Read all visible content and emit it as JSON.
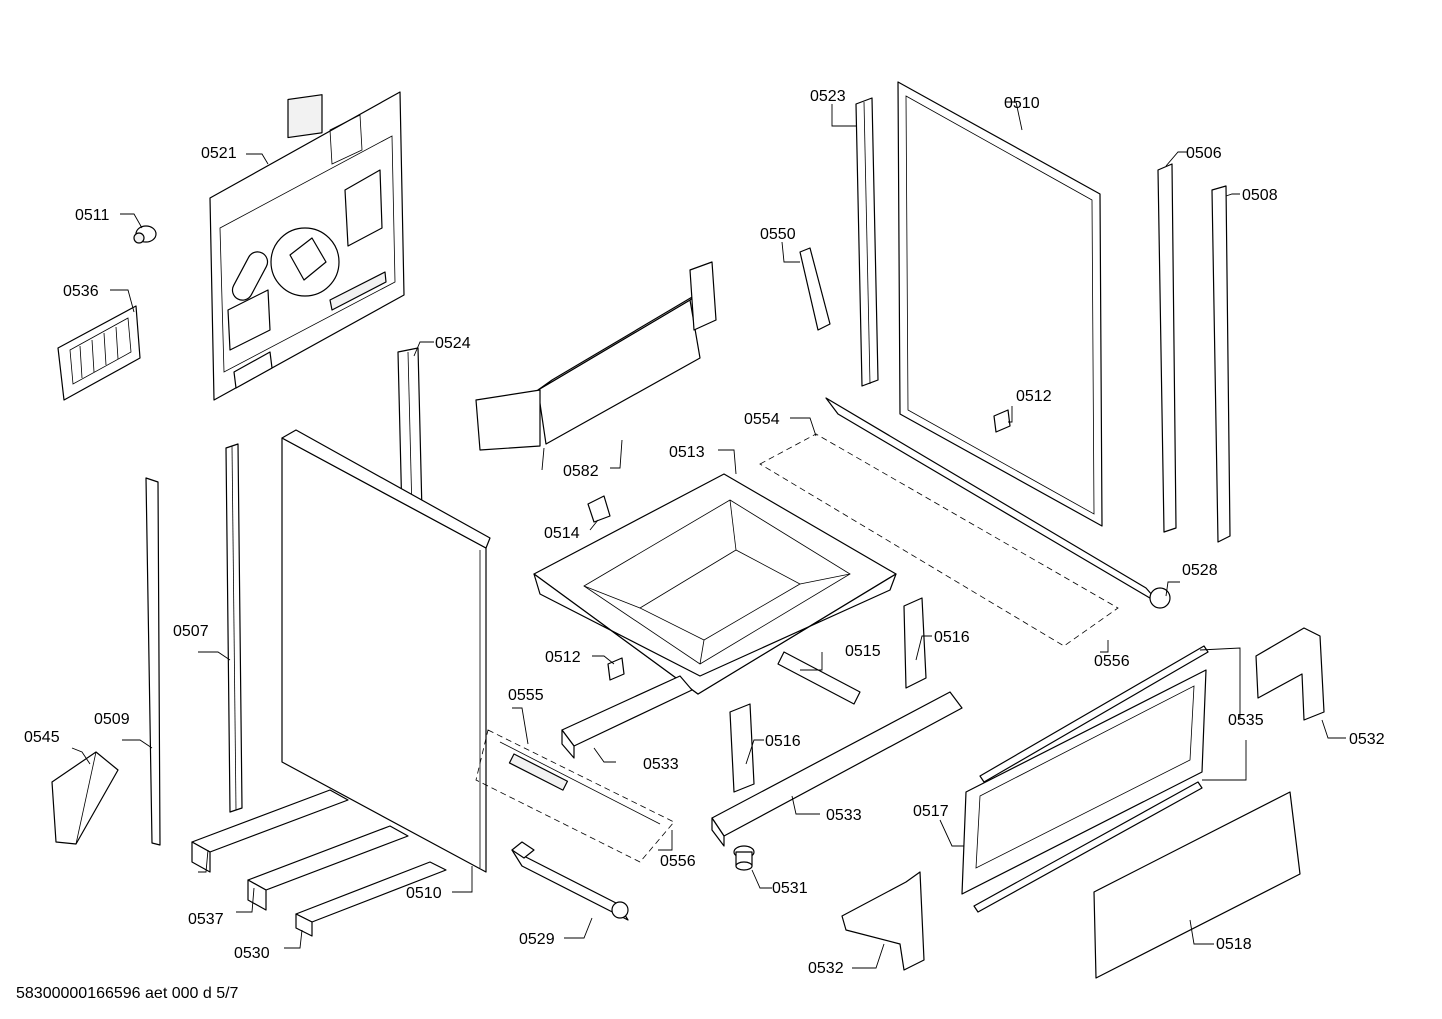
{
  "labels": {
    "p0521": "0521",
    "p0511": "0511",
    "p0536": "0536",
    "p0524": "0524",
    "p0507": "0507",
    "p0509": "0509",
    "p0545": "0545",
    "p0537": "0537",
    "p0530": "0530",
    "p0510a": "0510",
    "p0529": "0529",
    "p0555": "0555",
    "p0556a": "0556",
    "p0512a": "0512",
    "p0533a": "0533",
    "p0582": "0582",
    "p0514": "0514",
    "p0513": "0513",
    "p0550": "0550",
    "p0523": "0523",
    "p0510b": "0510",
    "p0554": "0554",
    "p0512b": "0512",
    "p0506": "0506",
    "p0508": "0508",
    "p0528": "0528",
    "p0556b": "0556",
    "p0515": "0515",
    "p0516a": "0516",
    "p0516b": "0516",
    "p0533b": "0533",
    "p0531": "0531",
    "p0517": "0517",
    "p0532a": "0532",
    "p0535": "0535",
    "p0532b": "0532",
    "p0518": "0518"
  },
  "footer": "58300000166596 aet 000 d 5/7"
}
